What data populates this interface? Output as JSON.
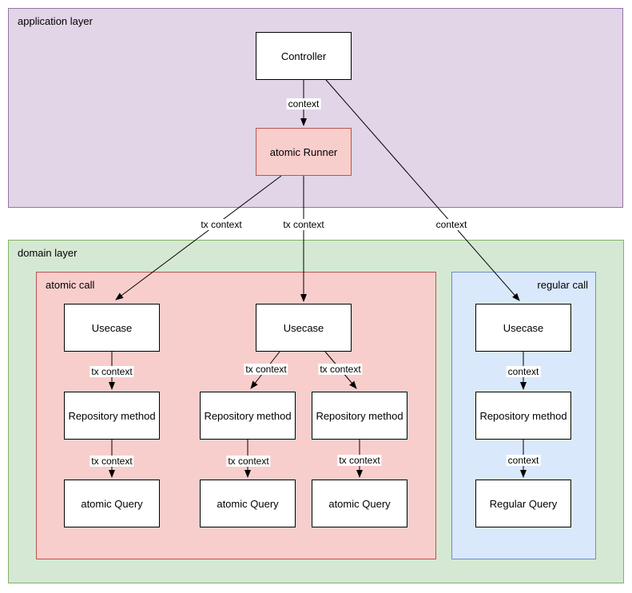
{
  "diagram": {
    "layers": {
      "application": {
        "label": "application layer"
      },
      "domain": {
        "label": "domain layer"
      },
      "atomic_call": {
        "label": "atomic call"
      },
      "regular_call": {
        "label": "regular call"
      }
    },
    "nodes": {
      "controller": {
        "label": "Controller"
      },
      "atomic_runner": {
        "label": "atomic Runner"
      },
      "usecase_atomic_1": {
        "label": "Usecase"
      },
      "usecase_atomic_2": {
        "label": "Usecase"
      },
      "usecase_regular": {
        "label": "Usecase"
      },
      "repository_atomic_1": {
        "label": "Repository method"
      },
      "repository_atomic_2": {
        "label": "Repository method"
      },
      "repository_atomic_3": {
        "label": "Repository method"
      },
      "repository_regular": {
        "label": "Repository method"
      },
      "query_atomic_1": {
        "label": "atomic Query"
      },
      "query_atomic_2": {
        "label": "atomic Query"
      },
      "query_atomic_3": {
        "label": "atomic Query"
      },
      "query_regular": {
        "label": "Regular Query"
      }
    },
    "edge_labels": {
      "controller_to_runner": "context",
      "controller_to_regular_usecase": "context",
      "runner_to_usecase_1": "tx context",
      "runner_to_usecase_2": "tx context",
      "usecase1_to_repo1": "tx context",
      "repo1_to_query1": "tx context",
      "usecase2_to_repo2": "tx context",
      "usecase2_to_repo3": "tx context",
      "repo2_to_query2": "tx context",
      "repo3_to_query3": "tx context",
      "usecase_regular_to_repo": "context",
      "repo_regular_to_query": "context"
    },
    "colors": {
      "application_layer_fill": "#E1D5E7",
      "application_layer_border": "#9673A6",
      "domain_layer_fill": "#D5E8D4",
      "domain_layer_border": "#82B366",
      "atomic_fill": "#F8CECC",
      "atomic_border": "#B85450",
      "regular_fill": "#DAE8FC",
      "regular_border": "#6C8EBF",
      "node_fill": "#FFFFFF",
      "node_border": "#000000",
      "edge": "#000000"
    }
  }
}
